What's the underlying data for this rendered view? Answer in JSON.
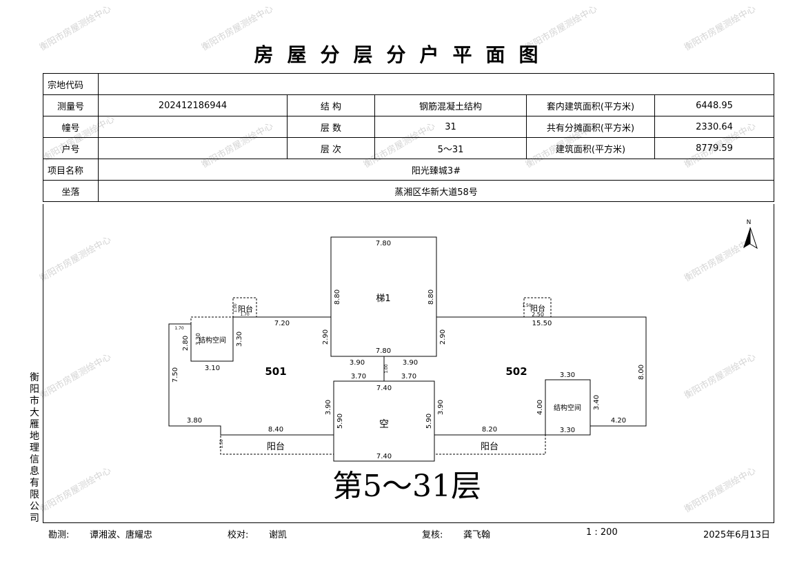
{
  "title": "房屋分层分户平面图",
  "watermark": "衡阳市房屋测绘中心",
  "info": {
    "parcel_code_label": "宗地代码",
    "parcel_code": "",
    "survey_no_label": "测量号",
    "survey_no": "202412186944",
    "structure_label": "结  构",
    "structure": "钢筋混凝土结构",
    "inner_area_label": "套内建筑面积(平方米)",
    "inner_area": "6448.95",
    "building_no_label": "幢号",
    "building_no": "",
    "floors_label": "层  数",
    "floors": "31",
    "shared_area_label": "共有分摊面积(平方米)",
    "shared_area": "2330.64",
    "unit_no_label": "户号",
    "unit_no": "",
    "floor_range_label": "层  次",
    "floor_range": "5～31",
    "building_area_label": "建筑面积(平方米)",
    "building_area": "8779.59",
    "project_label": "项目名称",
    "project": "阳光臻城3#",
    "location_label": "坐落",
    "location": "蒸湘区华新大道58号"
  },
  "plan": {
    "floor_label": "第5～31层",
    "north": "N",
    "rooms": {
      "stair": "梯1",
      "void": "空",
      "unit_501": "501",
      "unit_502": "502",
      "struct_space": "结构空间",
      "balcony": "阳台"
    },
    "dims": {
      "stair_top": "7.80",
      "stair_side": "8.80",
      "stair_bottom": "7.80",
      "wall_2_90": "2.90",
      "seg_3_90": "3.90",
      "seg_3_70": "3.70",
      "seg_1_00": "1.00",
      "void_w": "7.40",
      "void_h": "5.90",
      "void_side": "3.90",
      "d_7_20": "7.20",
      "d_15_50": "15.50",
      "d_3_10": "3.10",
      "d_2_80": "2.80",
      "d_3_30": "3.30",
      "d_7_50": "7.50",
      "d_1_70": "1.70",
      "d_3_80": "3.80",
      "d_8_40": "8.40",
      "d_8_20": "8.20",
      "d_8_00": "8.00",
      "d_4_20": "4.20",
      "d_4_00": "4.00",
      "d_3_40": "3.40",
      "d_1_50": "1.50",
      "d_2_50": "2.50"
    }
  },
  "company": "衡阳市大雁地理信息有限公司",
  "footer": {
    "surveyor_label": "勘测:",
    "surveyors": "谭湘波、唐耀忠",
    "checker_label": "校对:",
    "checker": "谢凯",
    "reviewer_label": "复核:",
    "reviewer": "龚飞翰",
    "scale": "1 : 200",
    "date": "2025年6月13日"
  }
}
